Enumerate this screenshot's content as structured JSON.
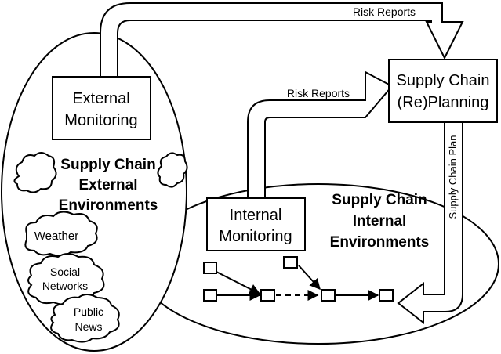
{
  "arrows": {
    "top_risk_reports": "Risk Reports",
    "internal_risk_reports": "Risk Reports",
    "supply_chain_plan": "Supply Chain Plan"
  },
  "planning_box": {
    "line1": "Supply Chain",
    "line2": "(Re)Planning"
  },
  "external_monitoring": {
    "line1": "External",
    "line2": "Monitoring"
  },
  "internal_monitoring": {
    "line1": "Internal",
    "line2": "Monitoring"
  },
  "external_env": {
    "line1": "Supply Chain",
    "line2": "External",
    "line3": "Environments"
  },
  "internal_env": {
    "line1": "Supply Chain",
    "line2": "Internal",
    "line3": "Environments"
  },
  "clouds": {
    "weather": "Weather",
    "social_line1": "Social",
    "social_line2": "Networks",
    "news_line1": "Public",
    "news_line2": "News"
  }
}
